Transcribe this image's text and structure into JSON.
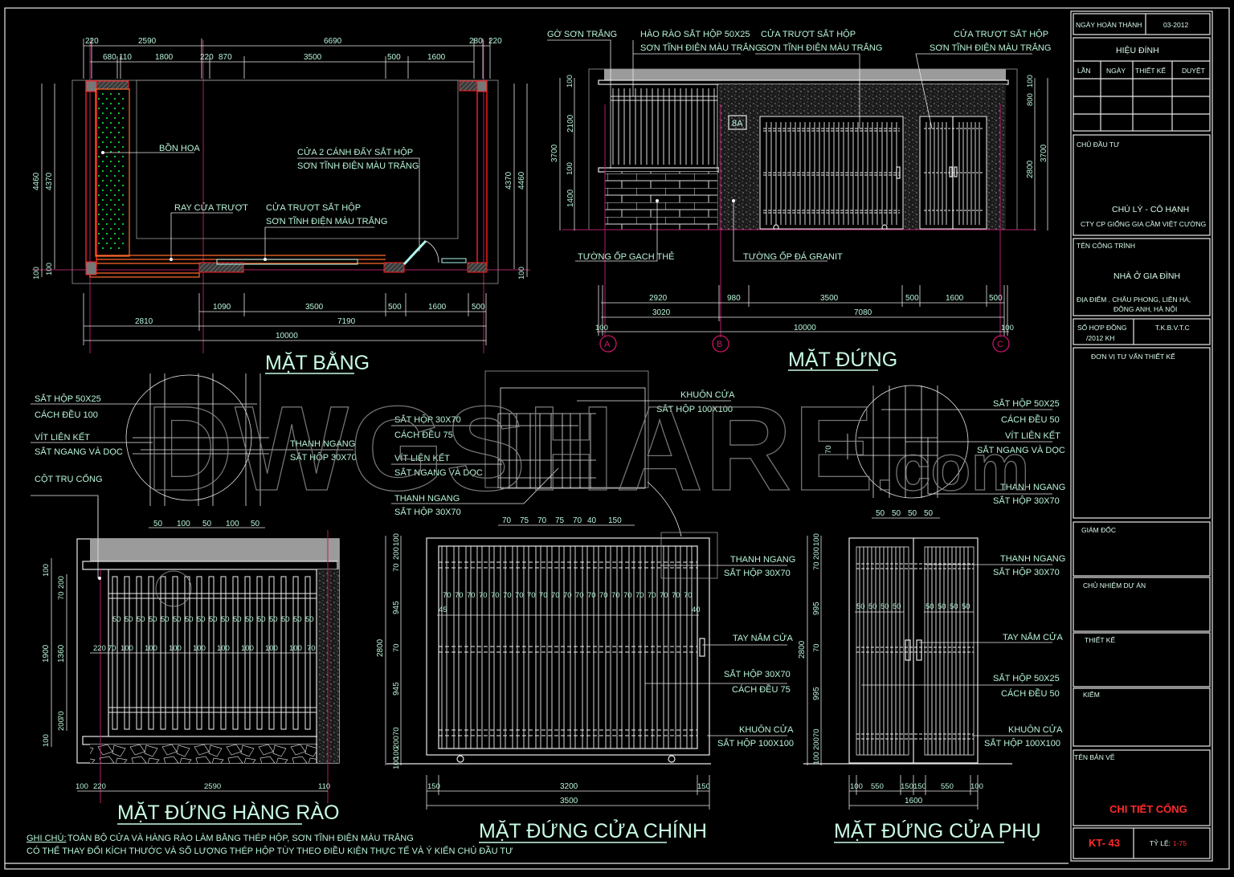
{
  "sheet": {
    "watermark": "DWGSHARE",
    "watermark_suffix": ".com",
    "colors": {
      "background": "#000000",
      "text": "#b8f5d8",
      "lines": "#e8e8e8",
      "wall_red": "#ff1e1e",
      "finish_orange": "#ff6a2a",
      "axis_magenta": "#b0206a",
      "title_red": "#ff2a2a"
    }
  },
  "plan": {
    "title": "MẶT BẰNG",
    "labels": {
      "planter": "BỒN HOA",
      "double_gate_1": "CỬA 2 CÁNH ĐẨY SẮT HỘP",
      "double_gate_2": "SƠN TĨNH ĐIỆN MÀU TRẮNG",
      "rail": "RAY CỬA TRƯỢT",
      "sliding_1": "CỬA TRƯỢT SẮT HỘP",
      "sliding_2": "SƠN TĨNH ĐIỆN MÀU TRẮNG"
    },
    "dims_top_row1": [
      "220",
      "2590",
      "6690",
      "280",
      "220"
    ],
    "dims_top_row2": [
      "680",
      "110",
      "1800",
      "220",
      "870",
      "3500",
      "500",
      "1600"
    ],
    "dims_left": [
      "4460",
      "4370",
      "100",
      "100"
    ],
    "dims_right": [
      "4370",
      "4460",
      "100"
    ],
    "dims_bottom_row1": [
      "1090",
      "3500",
      "500",
      "1600",
      "500"
    ],
    "dims_bottom_row2": [
      "2810",
      "7190"
    ],
    "dims_bottom_total": "10000"
  },
  "elevation": {
    "title": "MẶT ĐỨNG",
    "labels": {
      "coping": "GỜ SƠN TRẮNG",
      "fence_1": "HÀO RÀO SẮT HỘP 50X25",
      "fence_2": "SƠN TĨNH ĐIỆN MÀU TRẮNG",
      "main_gate_1": "CỬA TRƯỢT SẮT HỘP",
      "main_gate_2": "SƠN TĨNH ĐIỆN MÀU TRẮNG",
      "side_gate_1": "CỬA TRƯỢT SẮT HỘP",
      "side_gate_2": "SƠN TĨNH ĐIỆN MÀU TRẮNG",
      "brick_wall": "TƯỜNG ỐP GẠCH THẺ",
      "granite_wall": "TƯỜNG ỐP ĐÁ GRANIT",
      "house_number": "8A"
    },
    "dims_left": [
      "100",
      "2100",
      "100",
      "1400",
      "3700"
    ],
    "dims_right": [
      "100",
      "800",
      "2800",
      "3700"
    ],
    "dims_bottom_row1": [
      "2920",
      "980",
      "3500",
      "500",
      "1600",
      "500"
    ],
    "dims_bottom_row2": [
      "3020",
      "7080"
    ],
    "dims_bottom_total": [
      "100",
      "10000",
      "100"
    ],
    "axes": [
      "A",
      "B",
      "C"
    ]
  },
  "detail_fence": {
    "labels": [
      "SẮT HỘP 50X25",
      "CÁCH ĐỀU 100",
      "VÍT LIÊN KẾT",
      "SẮT NGANG VÀ DỌC",
      "THANH NGANG",
      "SẮT HỘP 30X70",
      "CỘT TRỤ CỔNG"
    ],
    "dims": [
      "50",
      "100",
      "50",
      "100",
      "50"
    ]
  },
  "detail_main": {
    "labels": [
      "SẮT HỘP 30X70",
      "CÁCH ĐỀU 75",
      "VÍT LIÊN KẾT",
      "SẮT NGANG VÀ DỌC",
      "THANH NGANG",
      "SẮT HỘP 30X70",
      "KHUÔN CỬA",
      "SẮT HỘP 100X100"
    ],
    "dims": [
      "70",
      "75",
      "70",
      "75",
      "70",
      "40",
      "150"
    ]
  },
  "detail_side": {
    "labels": [
      "SẮT HỘP 50X25",
      "CÁCH ĐỀU 50",
      "VÍT LIÊN KẾT",
      "SẮT NGANG VÀ DỌC",
      "THANH NGANG",
      "SẮT HỘP 30X70"
    ],
    "dims": [
      "50",
      "50",
      "50",
      "50"
    ],
    "dim_v": "70"
  },
  "fence_elev": {
    "title": "MẶT ĐỨNG HÀNG RÀO",
    "dims_left_outer": [
      "100",
      "100",
      "1900",
      "100",
      "100"
    ],
    "dims_left_inner": [
      "200",
      "70",
      "1360",
      "70",
      "200"
    ],
    "dims_bars": "50",
    "dims_spacing": [
      "220",
      "70",
      "100",
      "70"
    ],
    "dims_bottom": [
      "100",
      "220",
      "2590",
      "110"
    ]
  },
  "main_gate_elev": {
    "title": "MẶT ĐỨNG CỬA CHÍNH",
    "labels": [
      "THANH NGANG",
      "SẮT HỘP 30X70",
      "TAY NẮM CỬA",
      "SẮT HỘP 30X70",
      "CÁCH ĐỀU 75",
      "KHUÔN CỬA",
      "SẮT HỘP 100X100"
    ],
    "dims_left": [
      "100",
      "200",
      "70",
      "945",
      "70",
      "945",
      "70",
      "200",
      "100",
      "100",
      "2800"
    ],
    "dims_bars": [
      "70",
      "75",
      "45",
      "40"
    ],
    "dims_bottom": [
      "150",
      "3200",
      "150"
    ],
    "dims_total": "3500"
  },
  "side_gate_elev": {
    "title": "MẶT ĐỨNG CỬA PHỤ",
    "labels": [
      "THANH NGANG",
      "SẮT HỘP 30X70",
      "TAY NẮM CỬA",
      "SẮT HỘP 50X25",
      "CÁCH ĐỀU 50",
      "KHUÔN CỬA",
      "SẮT HỘP 100X100"
    ],
    "dims_left": [
      "100",
      "200",
      "70",
      "995",
      "70",
      "995",
      "70",
      "200",
      "100",
      "2800"
    ],
    "dims_bars": "50",
    "dims_bottom": [
      "100",
      "550",
      "150",
      "150",
      "550",
      "100"
    ],
    "dims_total": "1600"
  },
  "notes": {
    "label": "GHI CHÚ:",
    "line1": "TOÀN BỘ CỬA VÀ HÀNG RÀO LÀM BẰNG THÉP HỘP, SƠN TĨNH ĐIỆN MÀU TRẮNG",
    "line2": "CÓ THỂ THAY ĐỔI KÍCH THƯỚC VÀ SỐ LƯỢNG THÉP HỘP TÙY THEO ĐIỀU KIỆN THỰC TẾ VÀ Ý KIẾN CHỦ ĐẦU TƯ"
  },
  "title_block": {
    "completion_label": "NGÀY HOÀN THÀNH",
    "completion_date": "03-2012",
    "revision_title": "HIỆU ĐÍNH",
    "revision_cols": [
      "LẦN",
      "NGÀY",
      "THIẾT KẾ",
      "DUYỆT"
    ],
    "owner_label": "CHỦ ĐẦU TƯ",
    "owner_name": "CHÚ LÝ - CÔ HẠNH",
    "owner_company": "CTY CP GIỐNG GIA CẦM VIỆT CƯỜNG",
    "project_label": "TÊN CÔNG TRÌNH",
    "project_name": "NHÀ Ở GIA ĐÌNH",
    "location_1": "ĐỊA ĐIỂM . CHÂU PHONG, LIÊN HÀ,",
    "location_2": "ĐÔNG ANH, HÀ NỘI",
    "contract_label_1": "SỐ HỢP ĐỒNG",
    "contract_label_2": "/2012 KH",
    "contract_code": "T.K.B.V.T.C",
    "consultant_label": "ĐƠN VỊ TƯ VẤN THIẾT KẾ",
    "director_label": "GIÁM ĐỐC",
    "pm_label": "CHỦ NHIỆM DỰ ÁN",
    "designer_label": "THIẾT KẾ",
    "checker_label": "KIỂM",
    "drawing_name_label": "TÊN BẢN VẼ",
    "drawing_name": "CHI TIẾT CỔNG",
    "drawing_no": "KT- 43",
    "scale_label": "TỶ LỆ:",
    "scale": "1-75"
  }
}
